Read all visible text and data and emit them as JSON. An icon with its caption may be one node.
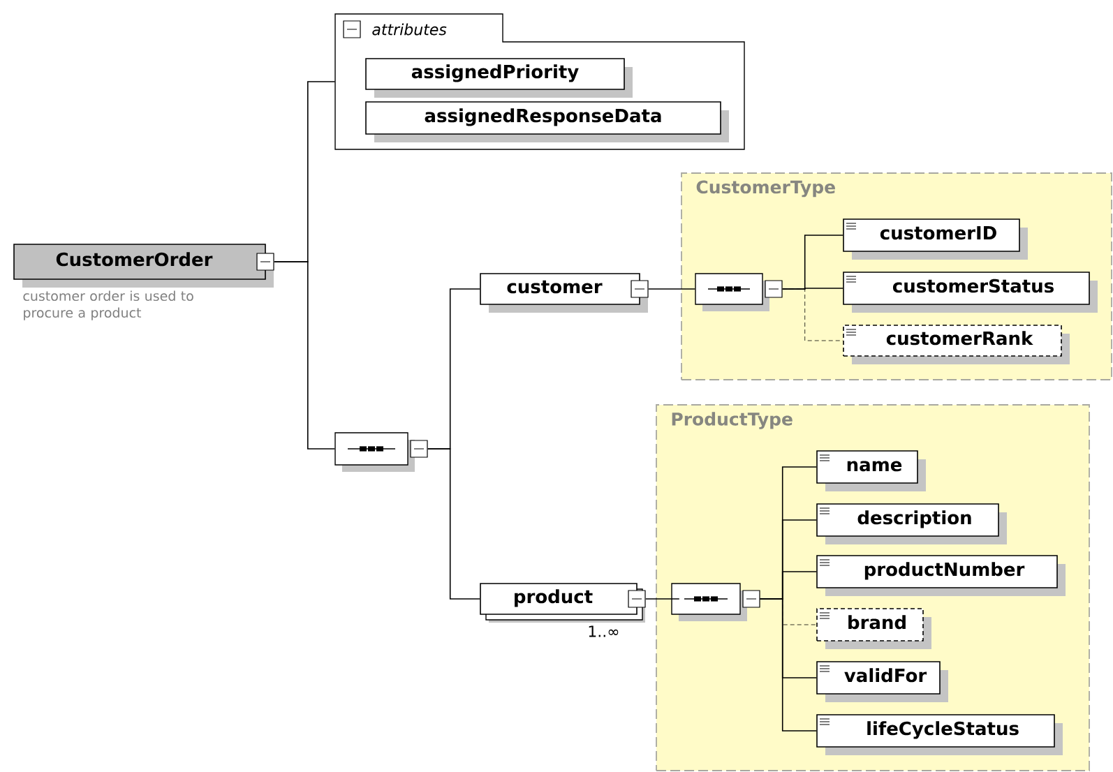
{
  "diagram": {
    "nodes": [
      {
        "text": [
          "CustomerOrder"
        ],
        "beside": [
          "customer order is used to procure a product"
        ]
      },
      {
        "text": [
          "attributes"
        ]
      },
      {
        "text": [
          "assignedPriority"
        ],
        "in": 1
      },
      {
        "text": [
          "assignedResponseData"
        ],
        "in": 1
      },
      {
        "text": [],
        "shape": "octagon"
      },
      {
        "text": [
          "customer"
        ]
      },
      {
        "text": [
          "CustomerType"
        ]
      },
      {
        "text": [],
        "shape": "octagon",
        "in": 6
      },
      {
        "text": [
          "customerID"
        ],
        "in": 6
      },
      {
        "text": [
          "customerStatus"
        ],
        "in": 6
      },
      {
        "text": [
          "customerRank"
        ],
        "in": 6
      },
      {
        "text": [
          "product"
        ],
        "beside": [
          "1..∞"
        ]
      },
      {
        "text": [
          "ProductType"
        ]
      },
      {
        "text": [],
        "shape": "octagon",
        "in": 12
      },
      {
        "text": [
          "name"
        ],
        "in": 12
      },
      {
        "text": [
          "description"
        ],
        "in": 12
      },
      {
        "text": [
          "productNumber"
        ],
        "in": 12
      },
      {
        "text": [
          "brand"
        ],
        "in": 12
      },
      {
        "text": [
          "validFor"
        ],
        "in": 12
      },
      {
        "text": [
          "lifeCycleStatus"
        ],
        "in": 12
      }
    ],
    "edges": [
      {
        "from": 0,
        "to": 1,
        "arrow": "none"
      },
      {
        "from": 0,
        "to": 4,
        "arrow": "none"
      },
      {
        "from": 4,
        "to": 5,
        "arrow": "none"
      },
      {
        "from": 4,
        "to": 11,
        "arrow": "none"
      },
      {
        "from": 5,
        "to": 7,
        "arrow": "none"
      },
      {
        "from": 7,
        "to": 8,
        "arrow": "none"
      },
      {
        "from": 7,
        "to": 9,
        "arrow": "none"
      },
      {
        "from": 7,
        "to": 10,
        "arrow": "none",
        "style": "dashed"
      },
      {
        "from": 11,
        "to": 13,
        "arrow": "none"
      },
      {
        "from": 13,
        "to": 14,
        "arrow": "none"
      },
      {
        "from": 13,
        "to": 15,
        "arrow": "none"
      },
      {
        "from": 13,
        "to": 16,
        "arrow": "none"
      },
      {
        "from": 13,
        "to": 17,
        "arrow": "none",
        "style": "dashed"
      },
      {
        "from": 13,
        "to": 18,
        "arrow": "none"
      },
      {
        "from": 13,
        "to": 19,
        "arrow": "none"
      }
    ]
  }
}
